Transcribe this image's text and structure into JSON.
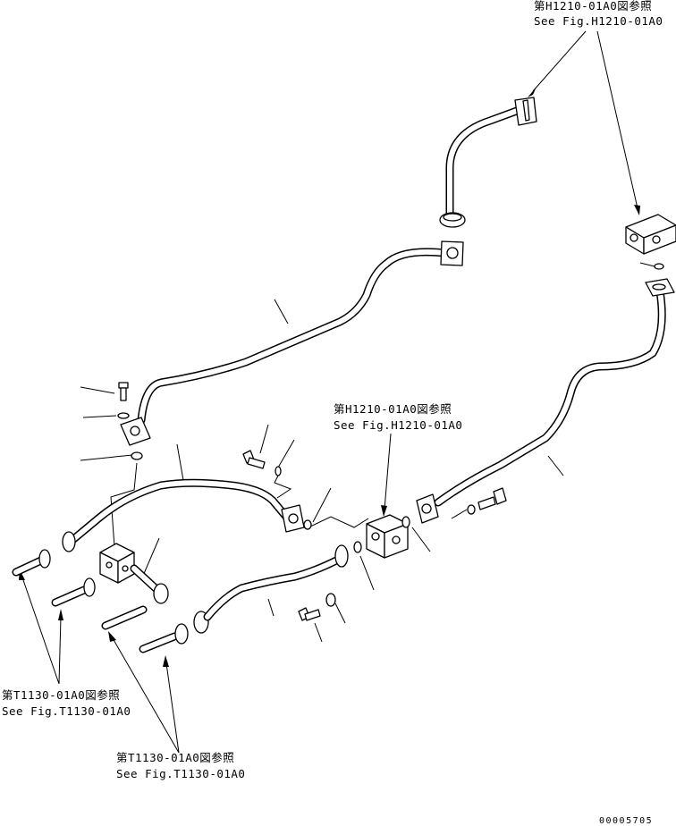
{
  "references": {
    "top_right": {
      "jp": "第H1210-01A0図参照",
      "en": "See Fig.H1210-01A0"
    },
    "center": {
      "jp": "第H1210-01A0図参照",
      "en": "See Fig.H1210-01A0"
    },
    "bottom_left": {
      "jp": "第T1130-01A0図参照",
      "en": "See Fig.T1130-01A0"
    },
    "bottom_center": {
      "jp": "第T1130-01A0図参照",
      "en": "See Fig.T1130-01A0"
    }
  },
  "drawing_code": "00005705"
}
